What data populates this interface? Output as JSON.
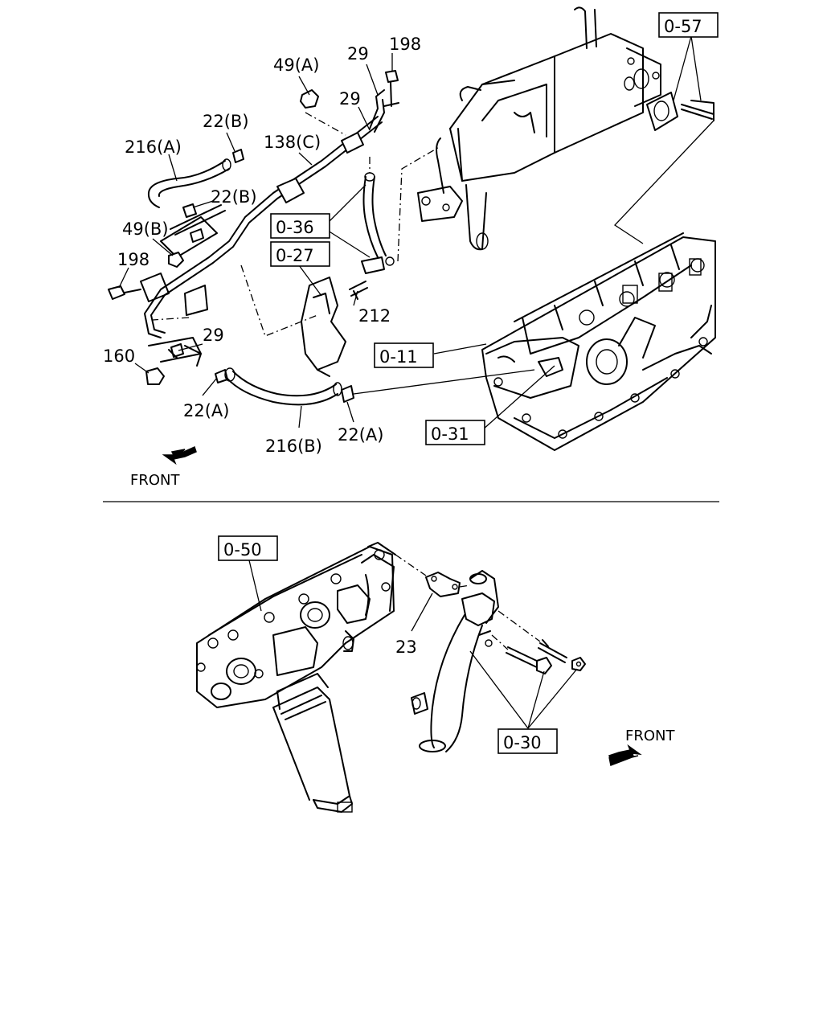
{
  "top_section": {
    "callouts": {
      "c49A": "49(A)",
      "c29a": "29",
      "c198a": "198",
      "c29b": "29",
      "c22Ba": "22(B)",
      "c216A": "216(A)",
      "c138C": "138(C)",
      "c22Bb": "22(B)",
      "c49B": "49(B)",
      "c198b": "198",
      "c212": "212",
      "c29c": "29",
      "c160": "160",
      "c22Aa": "22(A)",
      "c216B": "216(B)",
      "c22Ab": "22(A)"
    },
    "refs": {
      "r057": "0-57",
      "r036": "0-36",
      "r027": "0-27",
      "r011": "0-11",
      "r031": "0-31"
    },
    "front_label": "FRONT"
  },
  "bottom_section": {
    "callouts": {
      "c23": "23"
    },
    "refs": {
      "r050": "0-50",
      "r030": "0-30"
    },
    "front_label": "FRONT"
  }
}
